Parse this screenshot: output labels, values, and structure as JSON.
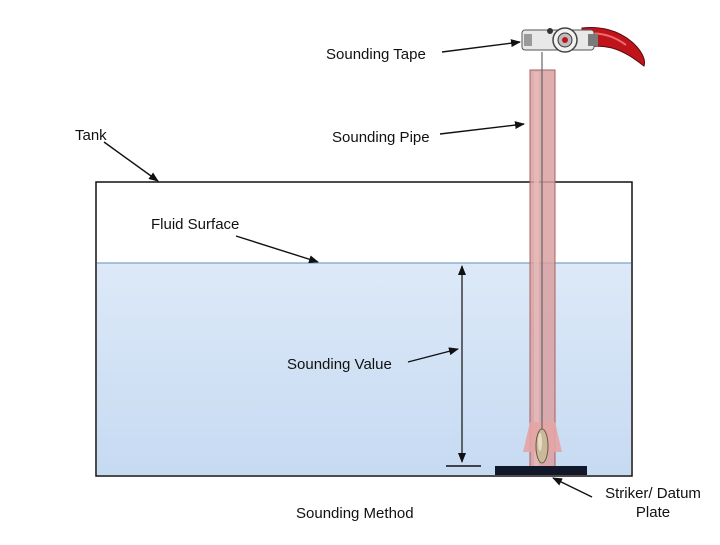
{
  "diagram": {
    "caption": "Sounding Method",
    "labels": {
      "sounding_tape": "Sounding Tape",
      "tank": "Tank",
      "sounding_pipe": "Sounding Pipe",
      "fluid_surface": "Fluid Surface",
      "sounding_value": "Sounding Value",
      "striker_line1": "Striker/ Datum",
      "striker_line2": "Plate"
    },
    "colors": {
      "fluid_top": "#d6e6f7",
      "fluid_bottom": "#c9dcf3",
      "pipe": "#d99a9a",
      "pipe_edge": "#a85a5a",
      "datum_plate": "#10182a",
      "tape_handle": "#c0141c",
      "outline": "#111111"
    },
    "icons": [
      "sounding-tape-reel-icon",
      "sounding-bob-icon"
    ]
  }
}
